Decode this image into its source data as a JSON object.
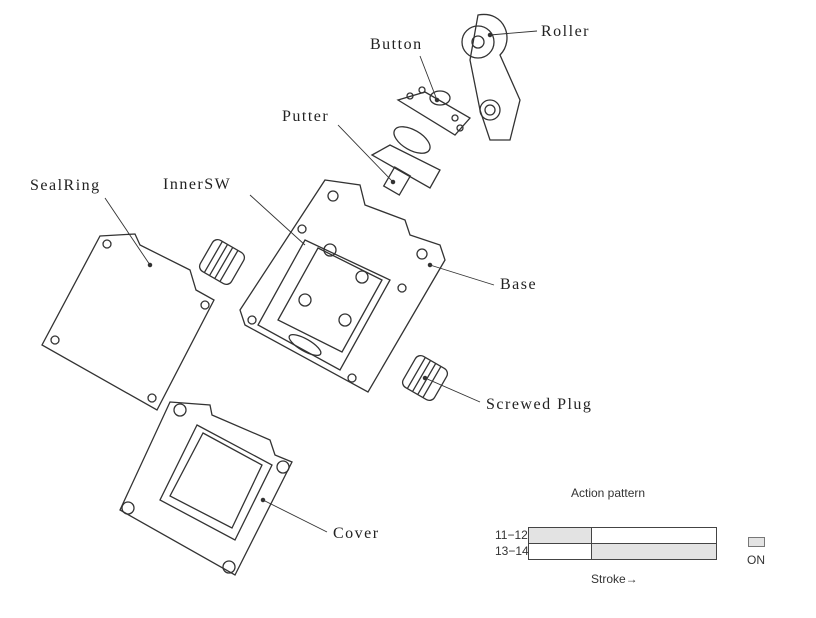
{
  "parts": {
    "roller": "Roller",
    "button": "Button",
    "putter": "Putter",
    "inner_sw": "InnerSW",
    "seal_ring": "SealRing",
    "base": "Base",
    "screwed_plug": "Screwed Plug",
    "cover": "Cover"
  },
  "action_pattern": {
    "title": "Action pattern",
    "rows": [
      {
        "label": "11−12",
        "on_segments": [
          true,
          false
        ]
      },
      {
        "label": "13−14",
        "on_segments": [
          false,
          true
        ]
      }
    ],
    "axis_label": "Stroke→",
    "legend_label": "ON",
    "on_color": "#e3e3e3"
  }
}
